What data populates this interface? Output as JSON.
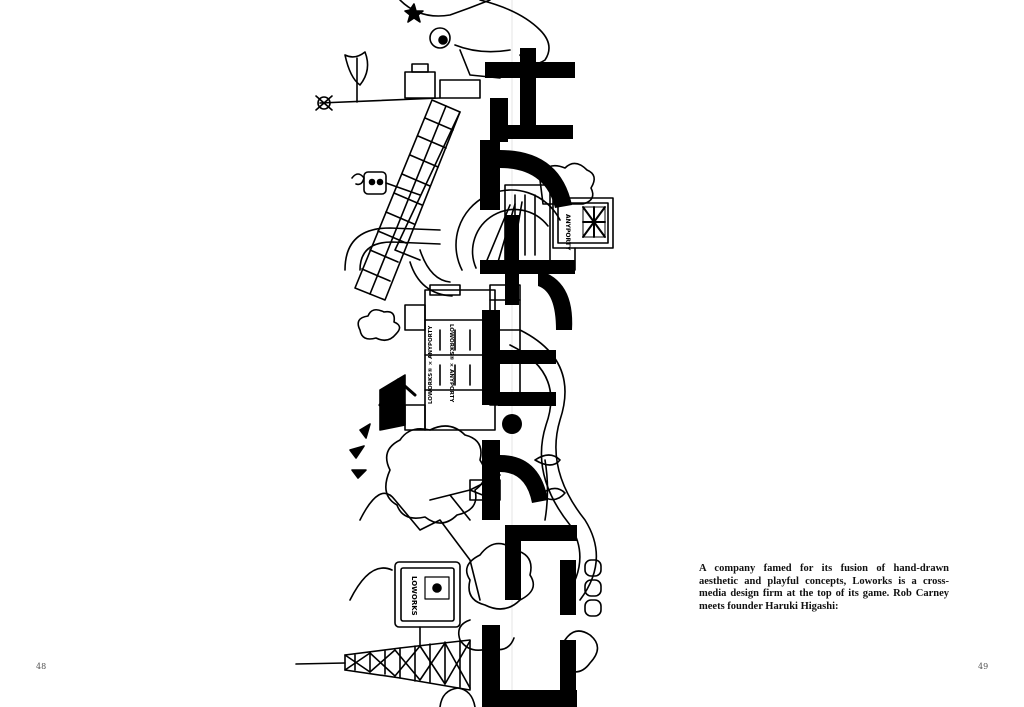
{
  "spread": {
    "left_page": {
      "page_number": "48"
    },
    "right_page": {
      "page_number": "49",
      "intro_text": "A company famed for its fusion of hand-drawn aesthetic and playful concepts, Loworks is a cross-media design firm at the top of its game. Rob Carney meets founder Haruki Higashi:"
    }
  },
  "illustration": {
    "sign_texts": [
      "ANYPORTY",
      "LOWORKS",
      "LOWORKS® × ANYPORTY",
      "LOWORKS® × ANYPORTY"
    ],
    "ink_color": "#000000"
  }
}
